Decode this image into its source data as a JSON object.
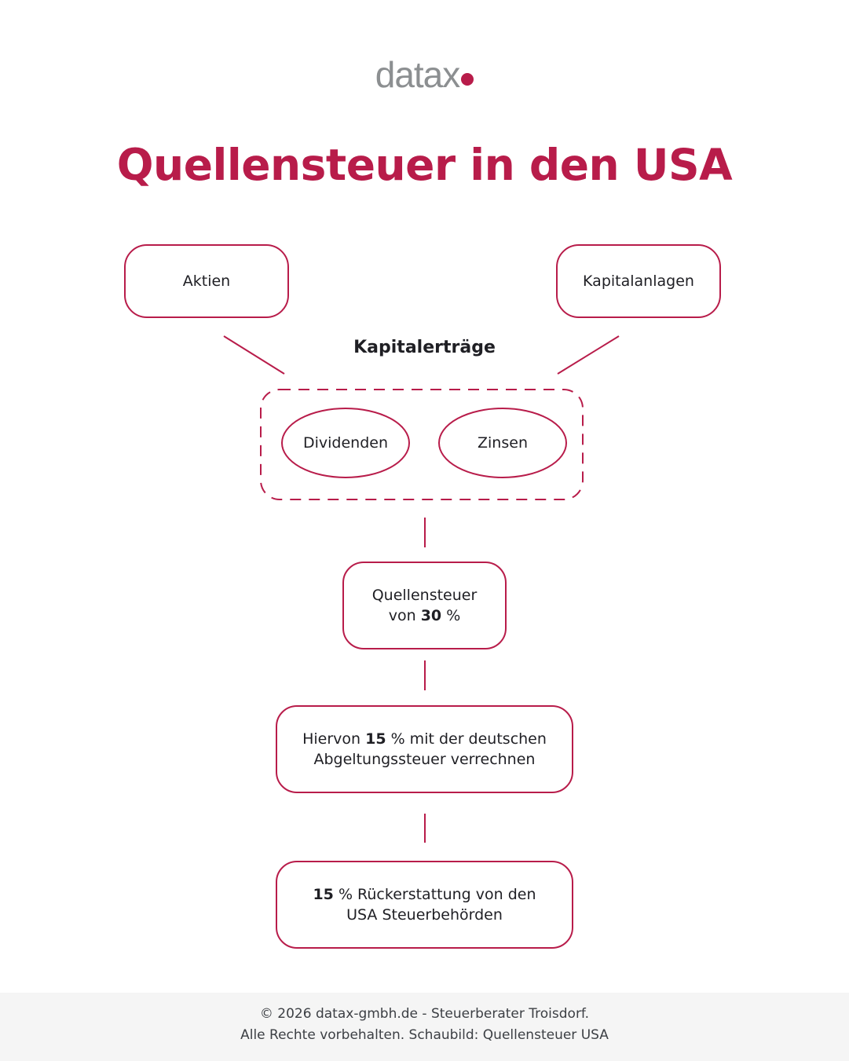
{
  "brand": {
    "logo_text": "datax",
    "accent_color": "#b81c4a"
  },
  "title": "Quellensteuer in den USA",
  "nodes": {
    "aktien": "Aktien",
    "kapitalanlagen": "Kapitalanlagen",
    "group_heading": "Kapitalerträge",
    "dividenden": "Dividenden",
    "zinsen": "Zinsen",
    "quellensteuer": {
      "line1": "Quellensteuer",
      "pre": "von ",
      "bold": "30",
      "post": " %"
    },
    "verrechnen": {
      "pre": "Hiervon ",
      "bold": "15",
      "post": " % mit der deutschen",
      "line2": "Abgeltungssteuer verrechnen"
    },
    "rueckerstattung": {
      "bold": "15",
      "post": " % Rückerstattung von den",
      "line2": "USA Steuerbehörden"
    }
  },
  "footer": {
    "line1": "© 2026 datax-gmbh.de - Steuerberater Troisdorf.",
    "line2": "Alle Rechte vorbehalten. Schaubild: Quellensteuer USA"
  }
}
